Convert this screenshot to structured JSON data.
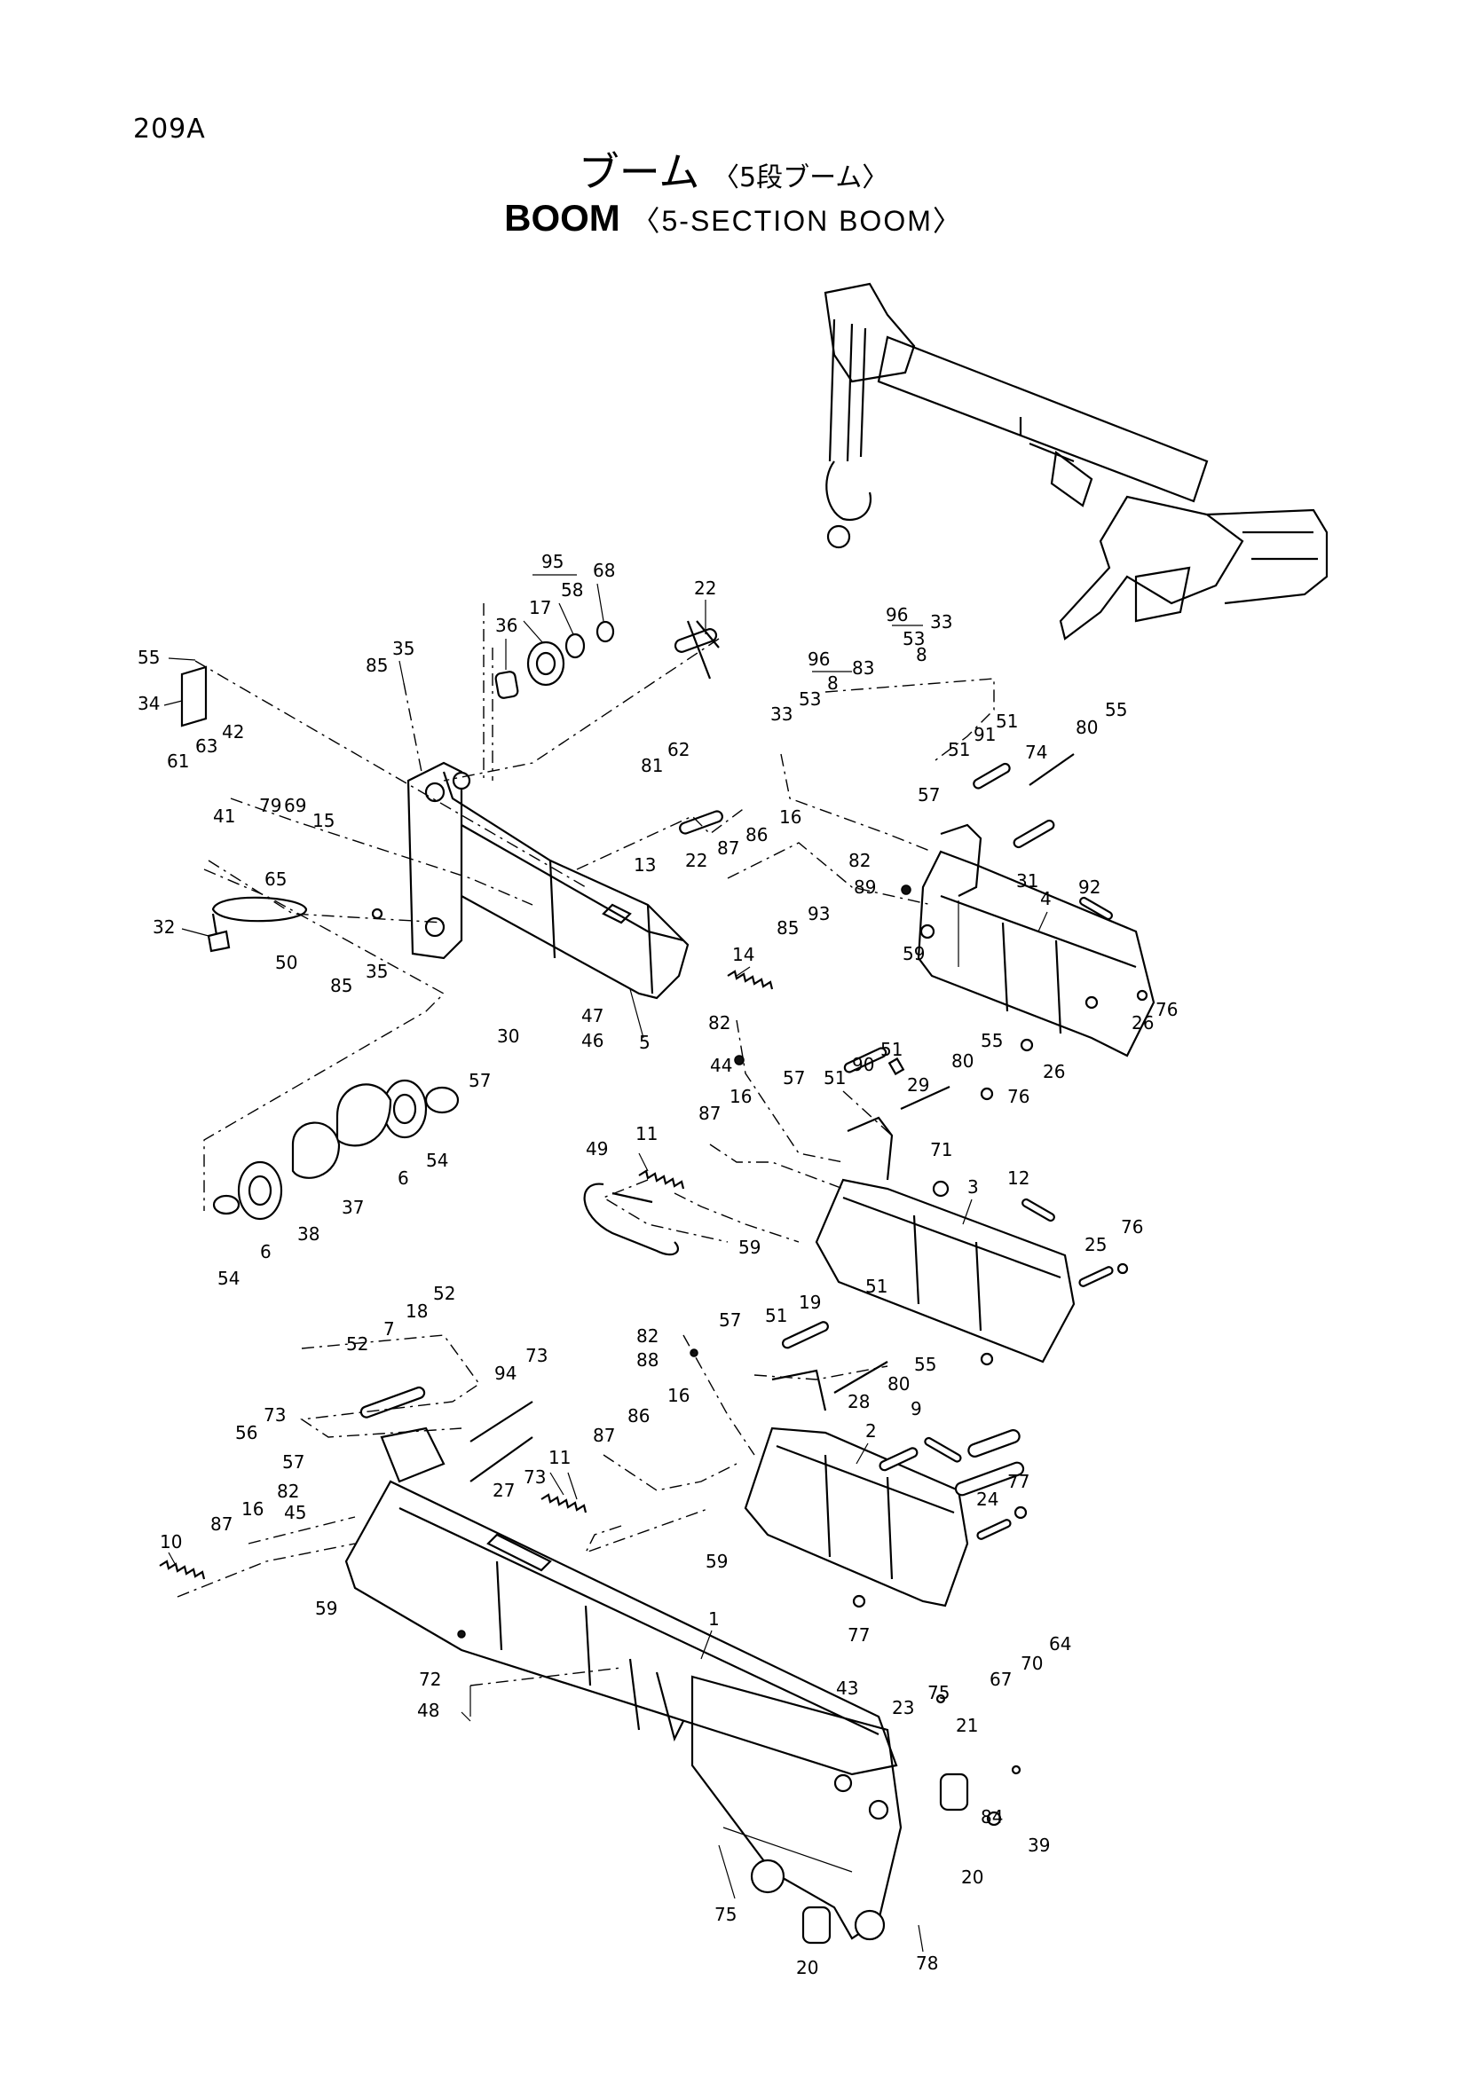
{
  "page_number": "209A",
  "title_jp": "ブーム",
  "subtitle_jp": "〈5段ブーム〉",
  "title_en": "BOOM",
  "subtitle_en": "〈5-SECTION BOOM〉",
  "callouts": {
    "c1": "1",
    "c2": "2",
    "c3": "3",
    "c4": "4",
    "c5": "5",
    "c6a": "6",
    "c6b": "6",
    "c7": "7",
    "c8a": "8",
    "c8b": "8",
    "c9": "9",
    "c10": "10",
    "c11a": "11",
    "c11b": "11",
    "c12": "12",
    "c13": "13",
    "c14": "14",
    "c15": "15",
    "c16a": "16",
    "c16b": "16",
    "c16c": "16",
    "c16d": "16",
    "c17": "17",
    "c18": "18",
    "c19": "19",
    "c20a": "20",
    "c20b": "20",
    "c21": "21",
    "c22a": "22",
    "c22b": "22",
    "c23": "23",
    "c24": "24",
    "c25": "25",
    "c26a": "26",
    "c26b": "26",
    "c27": "27",
    "c28": "28",
    "c29": "29",
    "c30": "30",
    "c31": "31",
    "c32": "32",
    "c33a": "33",
    "c33b": "33",
    "c34": "34",
    "c35a": "35",
    "c35b": "35",
    "c36": "36",
    "c37": "37",
    "c38": "38",
    "c39": "39",
    "c41": "41",
    "c42": "42",
    "c43": "43",
    "c44": "44",
    "c45": "45",
    "c46": "46",
    "c47": "47",
    "c48": "48",
    "c49": "49",
    "c50": "50",
    "c51a": "51",
    "c51b": "51",
    "c51c": "51",
    "c51d": "51",
    "c51e": "51",
    "c51f": "51",
    "c52a": "52",
    "c52b": "52",
    "c53a": "53",
    "c53b": "53",
    "c54a": "54",
    "c54b": "54",
    "c55a": "55",
    "c55b": "55",
    "c55c": "55",
    "c55d": "55",
    "c56": "56",
    "c57a": "57",
    "c57b": "57",
    "c57c": "57",
    "c57d": "57",
    "c57e": "57",
    "c58": "58",
    "c59a": "59",
    "c59b": "59",
    "c59c": "59",
    "c59d": "59",
    "c61": "61",
    "c62": "62",
    "c63": "63",
    "c64": "64",
    "c65": "65",
    "c67": "67",
    "c68": "68",
    "c69": "69",
    "c70": "70",
    "c71": "71",
    "c72": "72",
    "c73a": "73",
    "c73b": "73",
    "c73c": "73",
    "c74": "74",
    "c75a": "75",
    "c75b": "75",
    "c76a": "76",
    "c76b": "76",
    "c76c": "76",
    "c77a": "77",
    "c77b": "77",
    "c78": "78",
    "c79": "79",
    "c80a": "80",
    "c80b": "80",
    "c80c": "80",
    "c81": "81",
    "c82a": "82",
    "c82b": "82",
    "c82c": "82",
    "c82d": "82",
    "c83": "83",
    "c84": "84",
    "c85a": "85",
    "c85b": "85",
    "c85c": "85",
    "c86a": "86",
    "c86b": "86",
    "c87a": "87",
    "c87b": "87",
    "c87c": "87",
    "c87d": "87",
    "c88": "88",
    "c89": "89",
    "c90": "90",
    "c91": "91",
    "c92": "92",
    "c93": "93",
    "c94": "94",
    "c95": "95",
    "c96a": "96",
    "c96b": "96"
  }
}
